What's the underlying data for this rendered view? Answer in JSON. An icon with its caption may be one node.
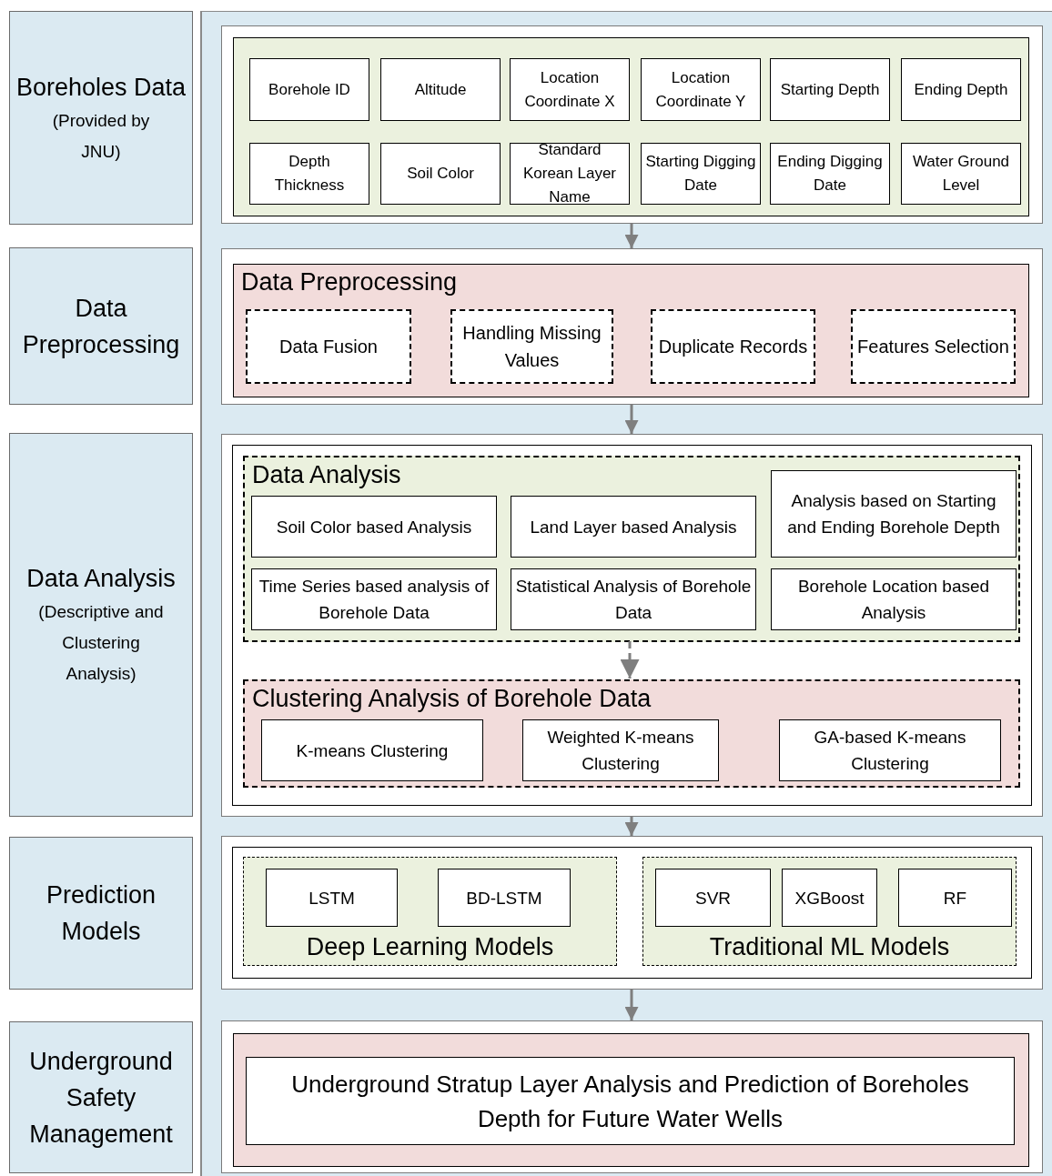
{
  "diagram": {
    "nodes": [
      {
        "text": [
          "Boreholes Data",
          "(Provided by JNU)"
        ]
      },
      {
        "text": [
          "Data Preprocessing"
        ]
      },
      {
        "text": [
          "Data Analysis",
          "(Descriptive and Clustering Analysis)"
        ]
      },
      {
        "text": [
          "Prediction Models"
        ]
      },
      {
        "text": [
          "Underground Safety Management"
        ]
      },
      {
        "text": [],
        "shape": "box"
      },
      {
        "text": [],
        "shape": "box",
        "in": 5
      },
      {
        "text": [
          "Borehole ID"
        ],
        "in": 6
      },
      {
        "text": [
          "Altitude"
        ],
        "in": 6
      },
      {
        "text": [
          "Location Coordinate X"
        ],
        "in": 6
      },
      {
        "text": [
          "Location Coordinate Y"
        ],
        "in": 6
      },
      {
        "text": [
          "Starting Depth"
        ],
        "in": 6
      },
      {
        "text": [
          "Ending Depth"
        ],
        "in": 6
      },
      {
        "text": [
          "Depth Thickness"
        ],
        "in": 6
      },
      {
        "text": [
          "Soil Color"
        ],
        "in": 6
      },
      {
        "text": [
          "Standard Korean Layer Name"
        ],
        "in": 6
      },
      {
        "text": [
          "Starting Digging Date"
        ],
        "in": 6
      },
      {
        "text": [
          "Ending Digging Date"
        ],
        "in": 6
      },
      {
        "text": [
          "Water Ground Level"
        ],
        "in": 6
      },
      {
        "text": [],
        "shape": "box"
      },
      {
        "text": [
          "Data Preprocessing"
        ],
        "in": 19
      },
      {
        "text": [
          "Data Fusion"
        ],
        "in": 20
      },
      {
        "text": [
          "Handling Missing Values"
        ],
        "in": 20
      },
      {
        "text": [
          "Duplicate Records"
        ],
        "in": 20
      },
      {
        "text": [
          "Features Selection"
        ],
        "in": 20
      },
      {
        "text": [],
        "shape": "box"
      },
      {
        "text": [
          "Data Analysis"
        ],
        "in": 25
      },
      {
        "text": [
          "Soil Color based Analysis"
        ],
        "in": 26
      },
      {
        "text": [
          "Land Layer based Analysis"
        ],
        "in": 26
      },
      {
        "text": [
          "Analysis based on Starting and Ending Borehole Depth"
        ],
        "in": 26
      },
      {
        "text": [
          "Time Series based analysis of Borehole Data"
        ],
        "in": 26
      },
      {
        "text": [
          "Statistical Analysis of Borehole Data"
        ],
        "in": 26
      },
      {
        "text": [
          "Borehole Location based Analysis"
        ],
        "in": 26
      },
      {
        "text": [
          "Clustering Analysis of Borehole Data"
        ],
        "in": 25
      },
      {
        "text": [
          "K-means Clustering"
        ],
        "in": 33
      },
      {
        "text": [
          "Weighted K-means Clustering"
        ],
        "in": 33
      },
      {
        "text": [
          "GA-based K-means Clustering"
        ],
        "in": 33
      },
      {
        "text": [],
        "shape": "box"
      },
      {
        "text": [
          "Deep Learning Models"
        ],
        "in": 37
      },
      {
        "text": [
          "LSTM"
        ],
        "in": 38
      },
      {
        "text": [
          "BD-LSTM"
        ],
        "in": 38
      },
      {
        "text": [
          "Traditional ML Models"
        ],
        "in": 37
      },
      {
        "text": [
          "SVR"
        ],
        "in": 41
      },
      {
        "text": [
          "XGBoost"
        ],
        "in": 41
      },
      {
        "text": [
          "RF"
        ],
        "in": 41
      },
      {
        "text": [],
        "shape": "box"
      },
      {
        "text": [],
        "shape": "box",
        "in": 45
      },
      {
        "text": [
          "Underground Stratup Layer Analysis and Prediction of Boreholes Depth for Future Water Wells"
        ],
        "in": 46
      }
    ],
    "edges": [
      {
        "from": 5,
        "to": 19,
        "arrow": "to"
      },
      {
        "from": 19,
        "to": 25,
        "arrow": "to"
      },
      {
        "from": 26,
        "to": 33,
        "arrow": "to",
        "style": "dashed"
      },
      {
        "from": 25,
        "to": 37,
        "arrow": "to"
      },
      {
        "from": 37,
        "to": 45,
        "arrow": "to"
      }
    ]
  }
}
